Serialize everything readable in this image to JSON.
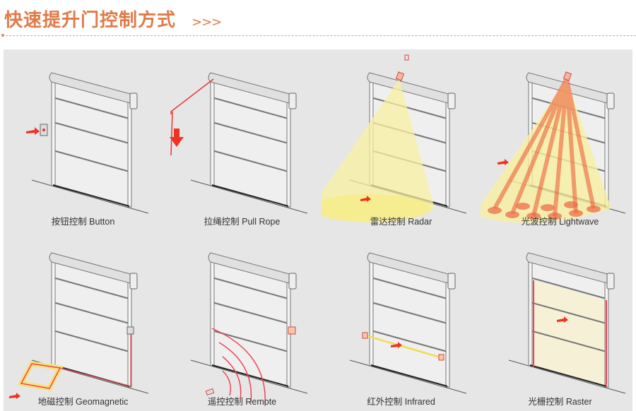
{
  "header": {
    "title": "快速提升门控制方式",
    "chevrons": ">>>"
  },
  "accent": "#e07a48",
  "methods": [
    {
      "key": "button",
      "label": "按钮控制  Button"
    },
    {
      "key": "pullrope",
      "label": "拉绳控制  Pull Rope"
    },
    {
      "key": "radar",
      "label": "雷达控制  Radar"
    },
    {
      "key": "lightwave",
      "label": "光波控制  Lightwave"
    },
    {
      "key": "geomagnetic",
      "label": "地磁控制  Geomagnetic"
    },
    {
      "key": "remote",
      "label": "遥控控制  Remote"
    },
    {
      "key": "infrared",
      "label": "红外控制  Infrared"
    },
    {
      "key": "raster",
      "label": "光栅控制  Raster"
    }
  ]
}
